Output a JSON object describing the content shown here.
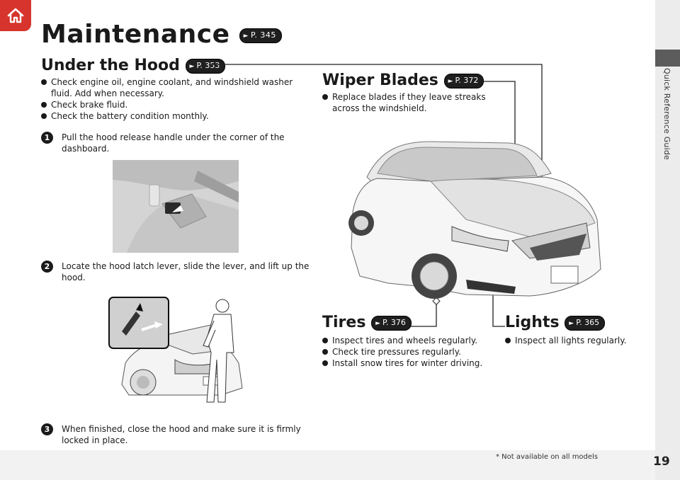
{
  "header": {
    "title": "Maintenance",
    "title_ref": "P. 345"
  },
  "side": {
    "label": "Quick Reference Guide",
    "page_number": "19"
  },
  "footer": {
    "note": "* Not available on all models"
  },
  "under_hood": {
    "title": "Under the Hood",
    "ref": "P. 353",
    "bullets": [
      "Check engine oil, engine coolant, and windshield washer fluid. Add when necessary.",
      "Check brake fluid.",
      "Check the battery condition monthly."
    ],
    "steps": [
      {
        "num": "1",
        "text": "Pull the hood release handle under the corner of the dashboard."
      },
      {
        "num": "2",
        "text": "Locate the hood latch lever, slide the lever, and lift up the hood."
      },
      {
        "num": "3",
        "text": "When finished, close the hood and make sure it is firmly locked in place."
      }
    ]
  },
  "wiper_blades": {
    "title": "Wiper Blades",
    "ref": "P. 372",
    "bullets": [
      "Replace blades if they leave streaks across the windshield."
    ]
  },
  "tires": {
    "title": "Tires",
    "ref": "P. 376",
    "bullets": [
      "Inspect tires and wheels regularly.",
      "Check tire pressures regularly.",
      "Install snow tires for winter driving."
    ]
  },
  "lights": {
    "title": "Lights",
    "ref": "P. 365",
    "bullets": [
      "Inspect all lights regularly."
    ]
  },
  "colors": {
    "home_icon_bg": "#d6342c",
    "side_tab": "#5c5c5c",
    "badge_bg": "#1f1f1f"
  }
}
